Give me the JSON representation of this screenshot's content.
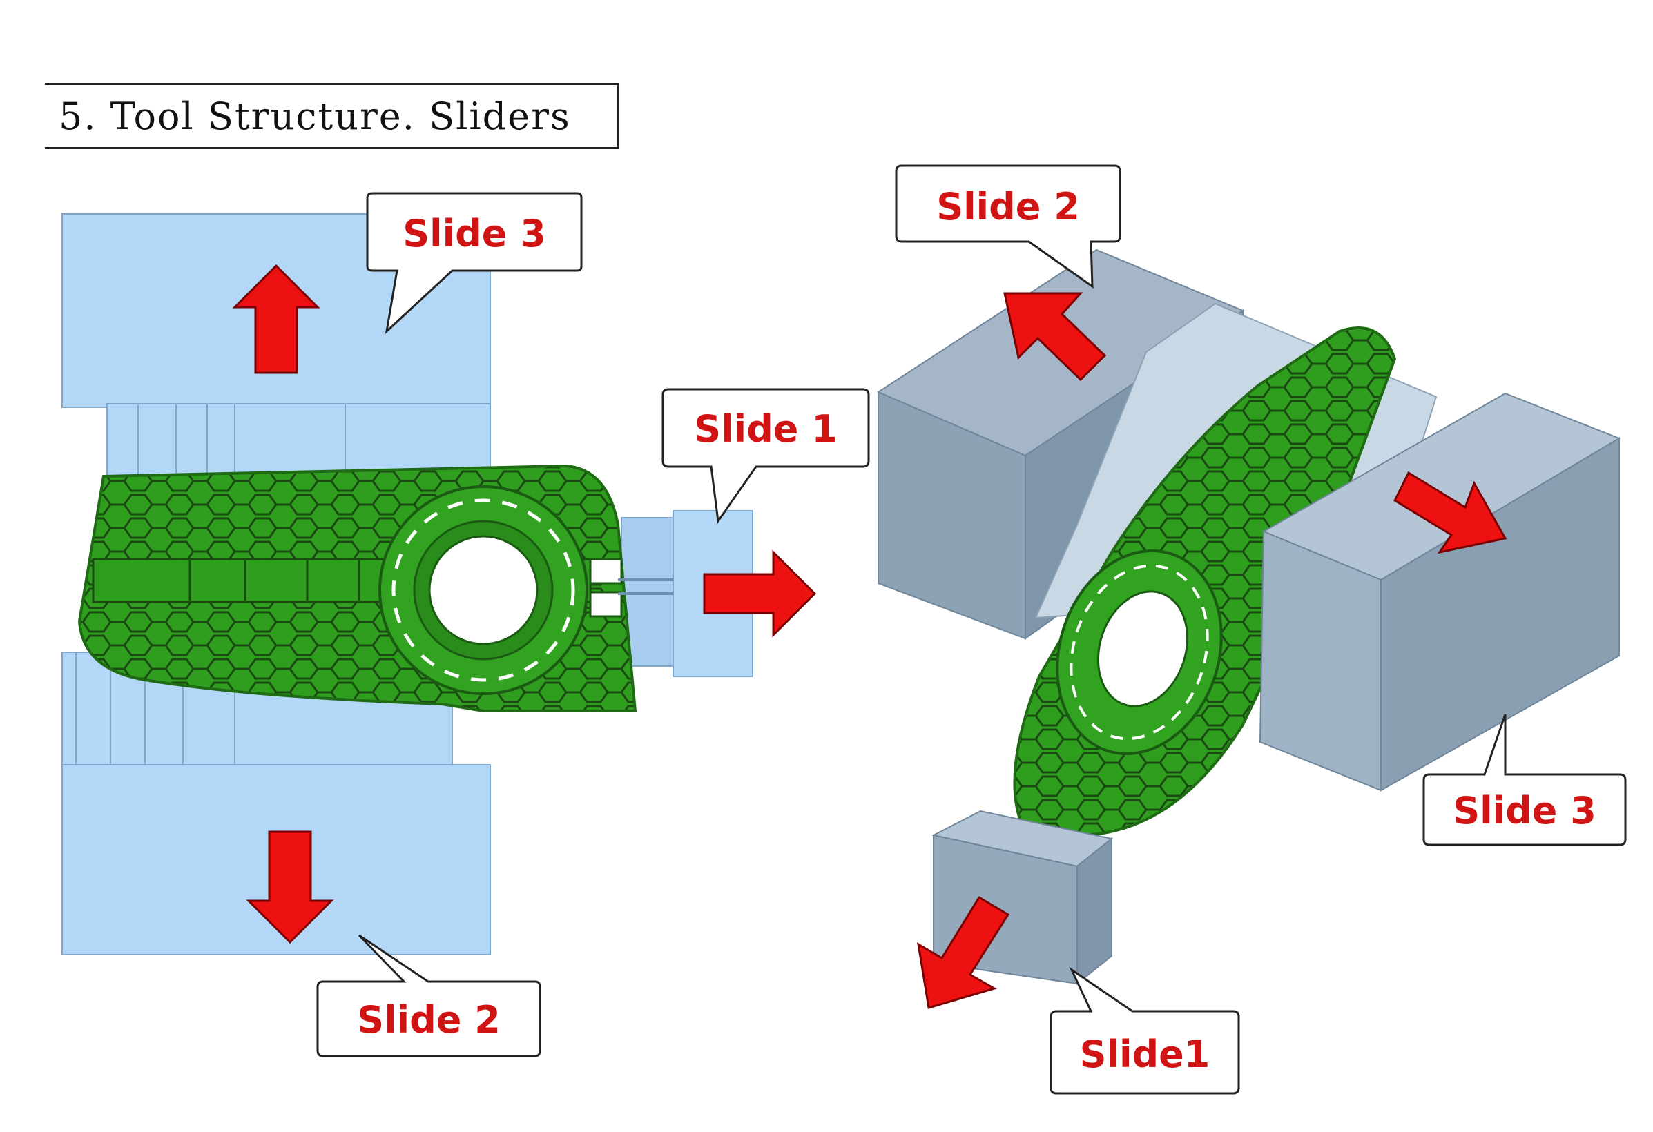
{
  "title": "5. Tool Structure. Sliders",
  "colors": {
    "slide_block_2d": "#aed3f5",
    "slide_block_3d": "#8aa1b8",
    "part_green": "#2a9a1a",
    "arrow_red": "#ee1111",
    "label_red": "#d01414"
  },
  "left_view": {
    "label_slide3": "Slide 3",
    "label_slide1": "Slide 1",
    "label_slide2": "Slide 2"
  },
  "right_view": {
    "label_slide2": "Slide 2",
    "label_slide3": "Slide 3",
    "label_slide1": "Slide1"
  }
}
